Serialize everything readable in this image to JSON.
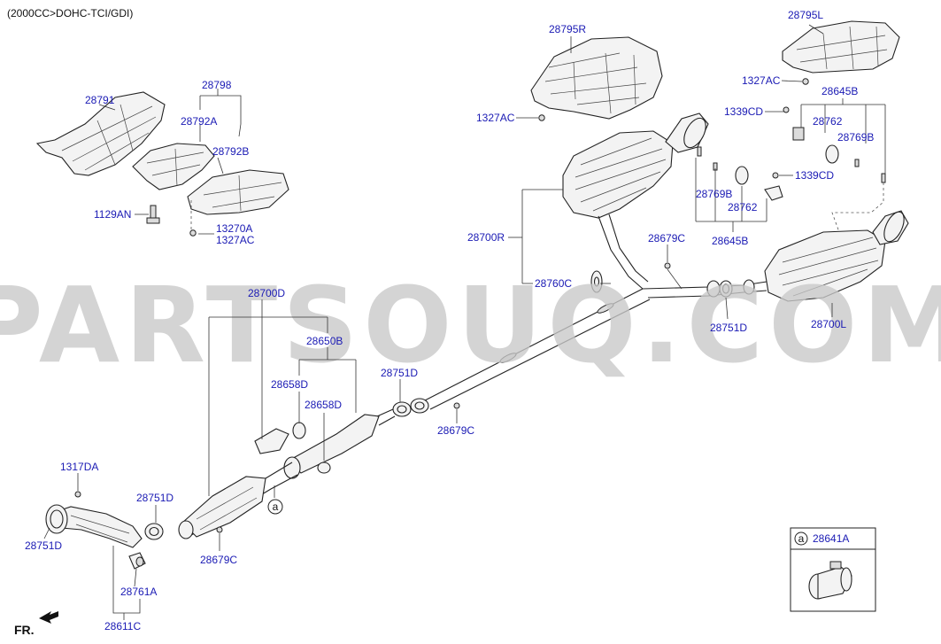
{
  "header": {
    "engine_label": "(2000CC>DOHC-TCI/GDI)"
  },
  "watermark": "PARTSOUQ.COM",
  "orientation": {
    "front_label": "FR."
  },
  "labels": {
    "l28795R": "28795R",
    "l28795L": "28795L",
    "l1327AC_a": "1327AC",
    "l1327AC_b": "1327AC",
    "l28645B_top": "28645B",
    "l1339CD_a": "1339CD",
    "l28762_a": "28762",
    "l28769B_a": "28769B",
    "l1339CD_b": "1339CD",
    "l28769B_b": "28769B",
    "l28762_b": "28762",
    "l28645B_bot": "28645B",
    "l28791": "28791",
    "l28798": "28798",
    "l28792A": "28792A",
    "l28792B": "28792B",
    "l1129AN": "1129AN",
    "l13270A": "13270A",
    "l1327AC_c": "1327AC",
    "l28700R": "28700R",
    "l28679C_a": "28679C",
    "l28760C": "28760C",
    "l28751D_a": "28751D",
    "l28700L": "28700L",
    "l28700D": "28700D",
    "l28650B": "28650B",
    "l28658D_a": "28658D",
    "l28658D_b": "28658D",
    "l28751D_b": "28751D",
    "l28679C_b": "28679C",
    "l1317DA": "1317DA",
    "l28751D_c": "28751D",
    "l28751D_d": "28751D",
    "l28679C_c": "28679C",
    "l28761A": "28761A",
    "l28611C": "28611C"
  },
  "callout": {
    "marker": "a",
    "inset_marker": "a",
    "inset_part": "28641A"
  }
}
